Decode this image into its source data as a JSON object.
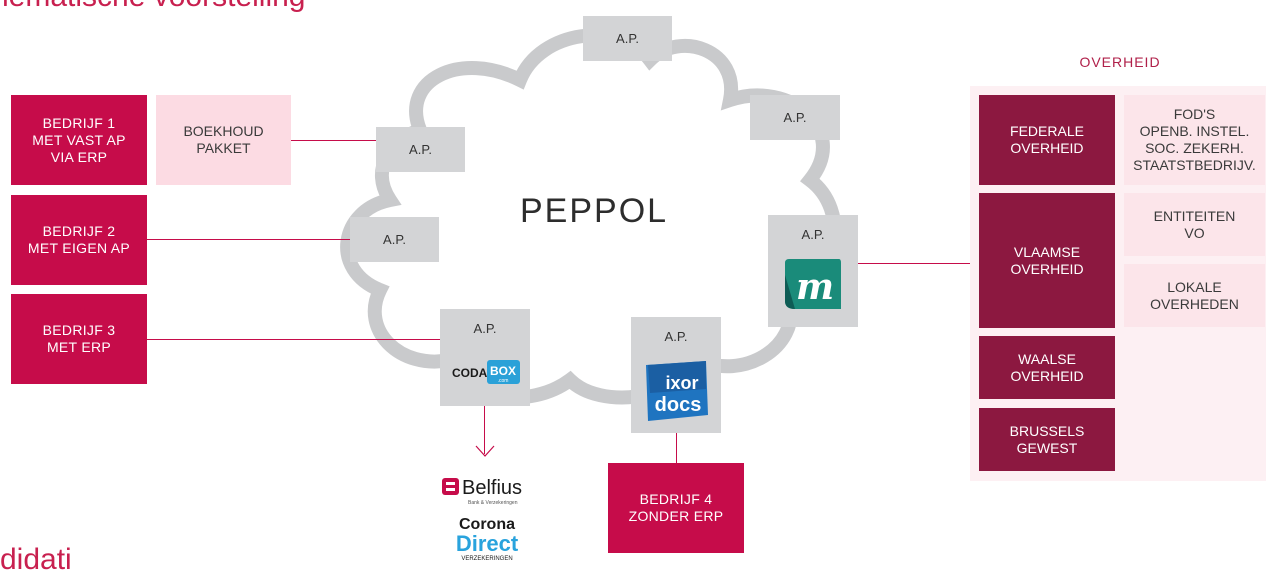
{
  "header": {
    "title": "hematische voorstelling"
  },
  "footer": {
    "partial_text": "didati"
  },
  "cloud_label": "PEPPOL",
  "access_point_label": "A.P.",
  "companies": [
    {
      "label": "BEDRIJF 1\nMET VAST AP\nVIA ERP"
    },
    {
      "label": "BEDRIJF 2\nMET EIGEN AP"
    },
    {
      "label": "BEDRIJF 3\nMET ERP"
    },
    {
      "label": "BEDRIJF 4\nZONDER ERP"
    }
  ],
  "accounting_package": {
    "label": "BOEKHOUD\nPAKKET"
  },
  "government": {
    "heading": "OVERHEID",
    "entities": [
      {
        "label": "FEDERALE\nOVERHEID",
        "sub": [
          "FOD'S\nOPENB. INSTEL.\nSOC. ZEKERH.\nSTAATSTBEDRIJV."
        ]
      },
      {
        "label": "VLAAMSE\nOVERHEID",
        "sub": [
          "ENTITEITEN\nVO",
          "LOKALE\nOVERHEDEN"
        ]
      },
      {
        "label": "WAALSE\nOVERHEID",
        "sub": []
      },
      {
        "label": "BRUSSELS\nGEWEST",
        "sub": []
      }
    ]
  },
  "logos": {
    "codabox": {
      "text_a": "CODA",
      "text_b": "BOX",
      "text_c": ".com"
    },
    "ixordocs": {
      "line1": "ixor",
      "line2": "docs"
    },
    "mercurius": {
      "letter": "m"
    },
    "belfius": {
      "name": "Belfius",
      "tagline": "Bank & Verzekeringen"
    },
    "corona": {
      "line1": "Corona",
      "line2": "Direct",
      "line3": "VERZEKERINGEN"
    }
  },
  "colors": {
    "company": "#c60c4a",
    "government": "#8c1840",
    "access_point": "#d3d4d6",
    "cloud": "#c9cacc"
  }
}
